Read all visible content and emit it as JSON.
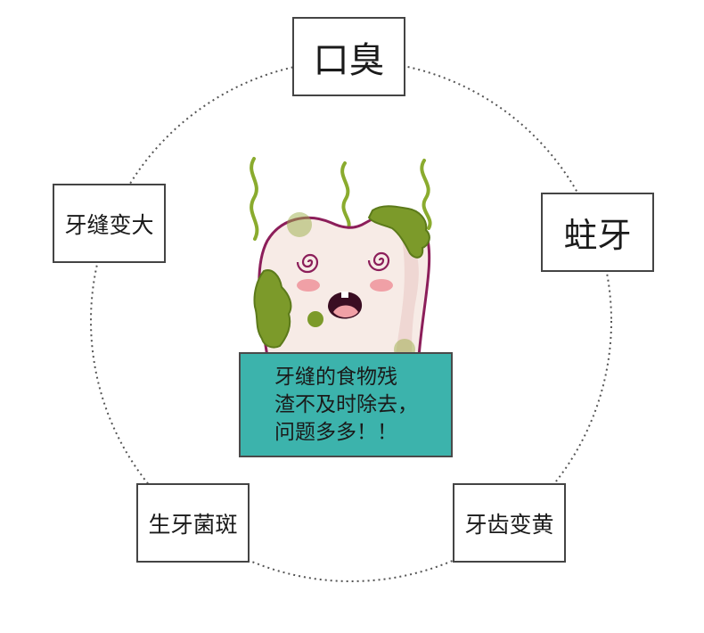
{
  "nodes": {
    "top": "口臭",
    "right": "蛀牙",
    "left": "牙缝变大",
    "bottom_left": "生牙菌斑",
    "bottom_right": "牙齿变黄"
  },
  "center": {
    "lines": [
      "牙缝的食物残",
      "渣不及时除去，",
      "问题多多！！"
    ]
  },
  "colors": {
    "caption_bg": "#3cb3ac",
    "tooth_fill": "#f7ebe6",
    "tooth_outline": "#8c1e5a",
    "plaque": "#7c9a2a",
    "smell_wave": "#8aab2e",
    "cheek": "#f0a0a6"
  },
  "icons": [
    "smelly-tooth-illustration",
    "stink-wave-icon"
  ]
}
